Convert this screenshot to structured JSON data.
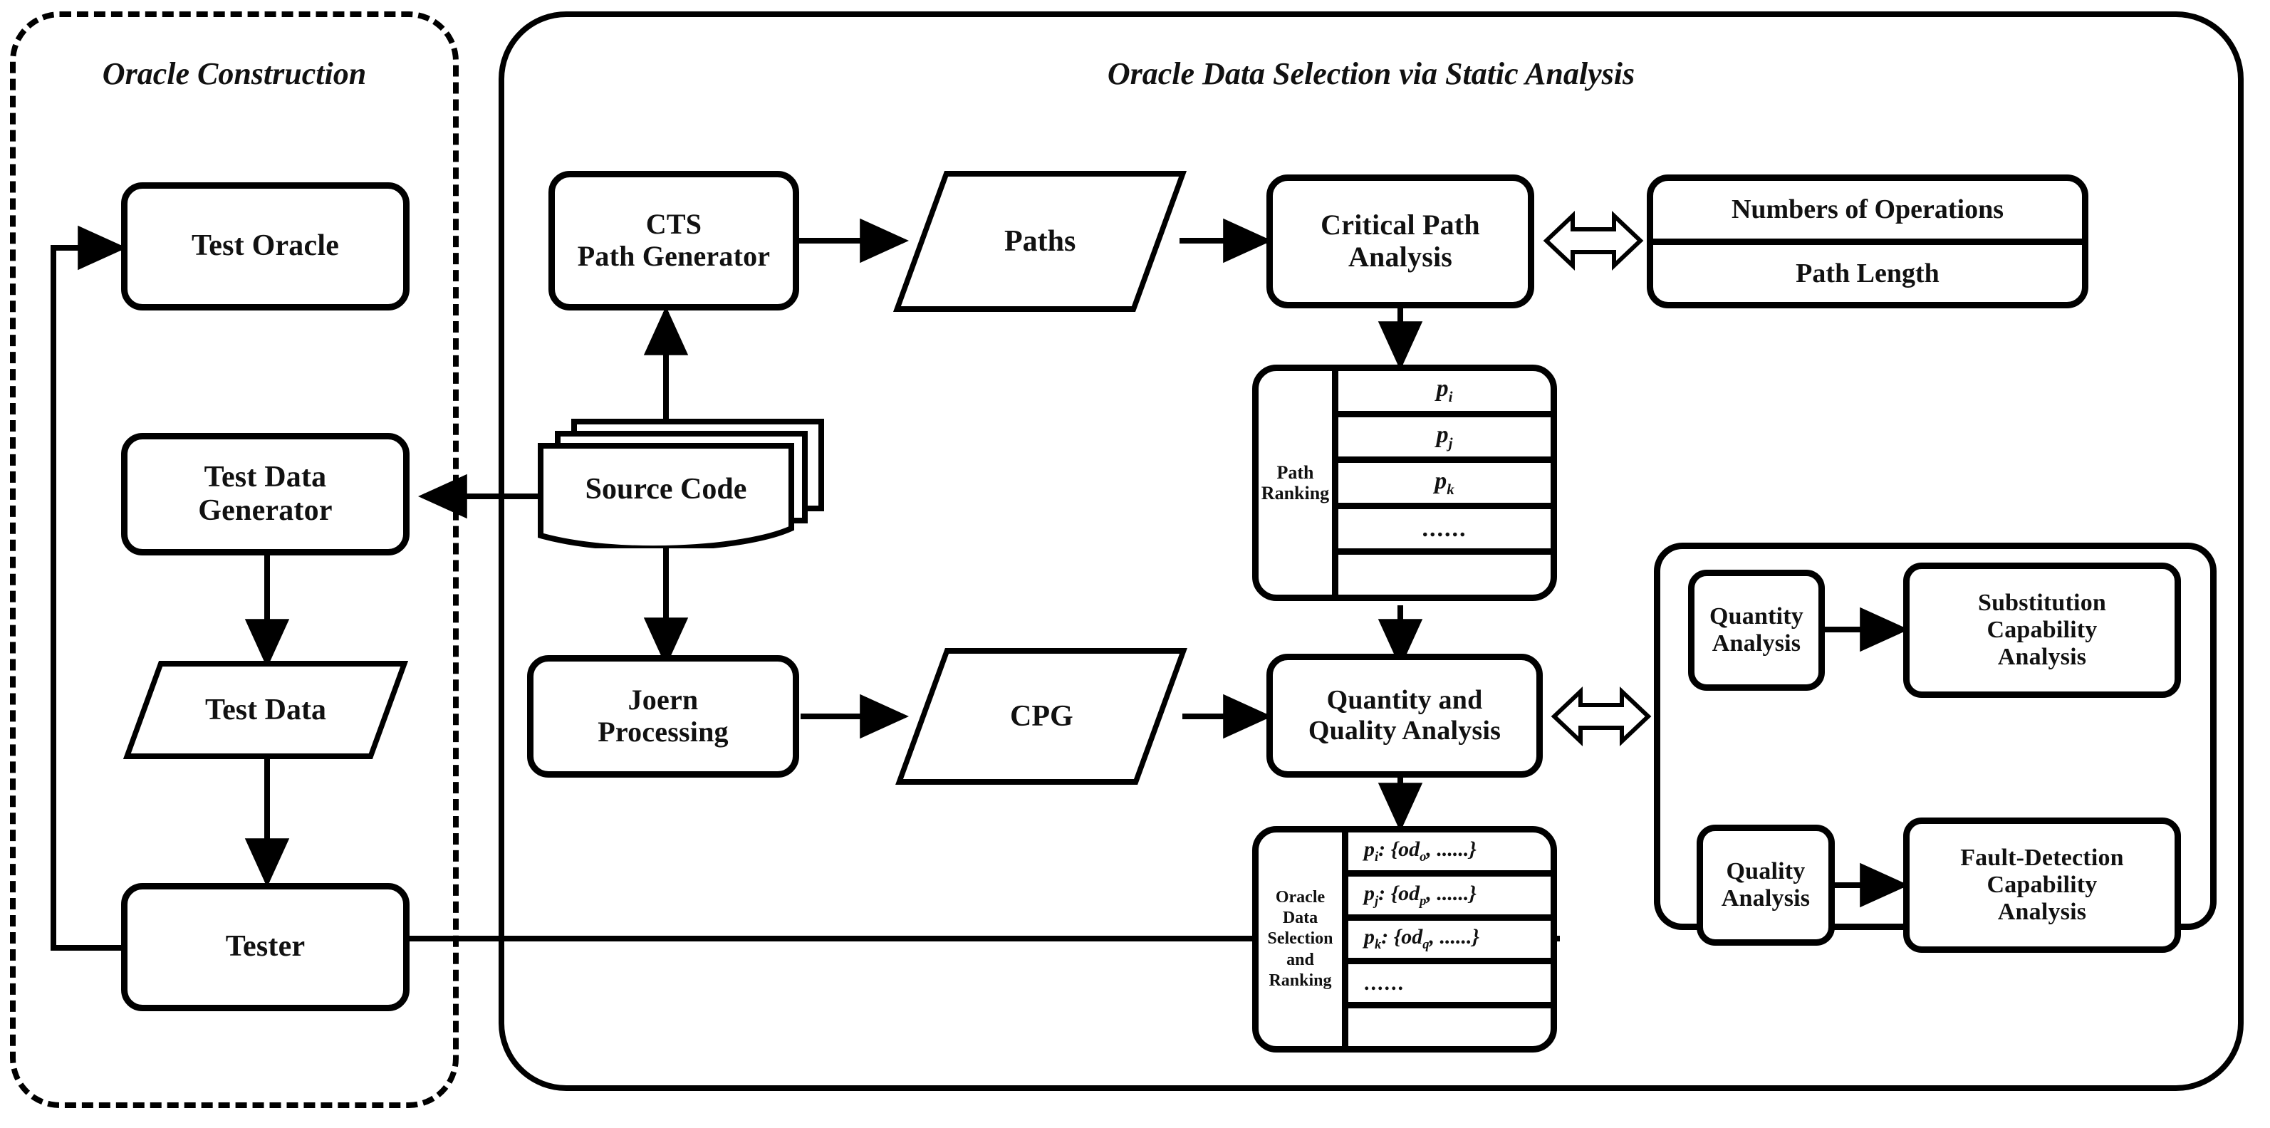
{
  "panels": {
    "left": {
      "title": "Oracle Construction"
    },
    "right": {
      "title": "Oracle Data Selection via Static Analysis"
    }
  },
  "nodes": {
    "test_oracle": "Test Oracle",
    "test_data_generator": "Test Data\nGenerator",
    "test_data": "Test Data",
    "tester": "Tester",
    "cts_path_generator": "CTS\nPath Generator",
    "paths": "Paths",
    "critical_path_analysis": "Critical Path\nAnalysis",
    "source_code": "Source Code",
    "joern_processing": "Joern\nProcessing",
    "cpg": "CPG",
    "quantity_quality_analysis": "Quantity and\nQuality Analysis",
    "quantity_analysis": "Quantity\nAnalysis",
    "quality_analysis": "Quality\nAnalysis",
    "substitution_capability_analysis": "Substitution\nCapability\nAnalysis",
    "fault_detection_capability_analysis": "Fault-Detection\nCapability\nAnalysis"
  },
  "metrics_box": {
    "row_top": "Numbers of Operations",
    "row_bottom": "Path Length"
  },
  "path_ranking": {
    "header": "Path\nRanking",
    "rows": [
      "p_i",
      "p_j",
      "p_k",
      "......",
      ""
    ]
  },
  "oracle_data_selection": {
    "header": "Oracle\nData\nSelection\nand\nRanking",
    "rows": [
      "p_i: {od_o, ......}",
      "p_j: {od_p, ......}",
      "p_k: {od_q, ......}",
      "......",
      ""
    ]
  },
  "colors": {
    "stroke": "#000000",
    "fill": "#ffffff",
    "text": "#111111"
  }
}
